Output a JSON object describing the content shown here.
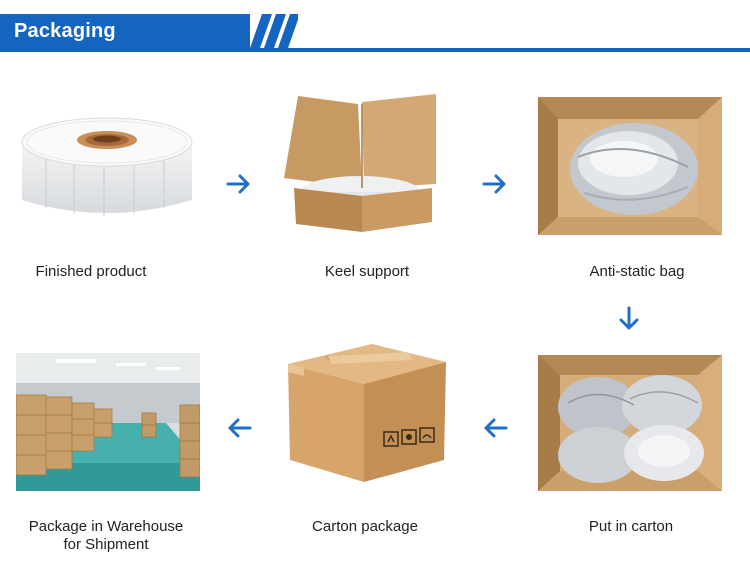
{
  "header": {
    "title": "Packaging"
  },
  "steps": [
    {
      "caption": "Finished product"
    },
    {
      "caption": "Keel support"
    },
    {
      "caption": "Anti-static bag"
    },
    {
      "caption": "Put in carton"
    },
    {
      "caption": "Carton package"
    },
    {
      "caption_line1": "Package in Warehouse",
      "caption_line2": "for Shipment"
    }
  ],
  "colors": {
    "accent": "#1565c0",
    "arrow": "#1e6fc8"
  },
  "icons": [
    "arrow-right-icon",
    "arrow-down-icon",
    "arrow-left-icon"
  ]
}
